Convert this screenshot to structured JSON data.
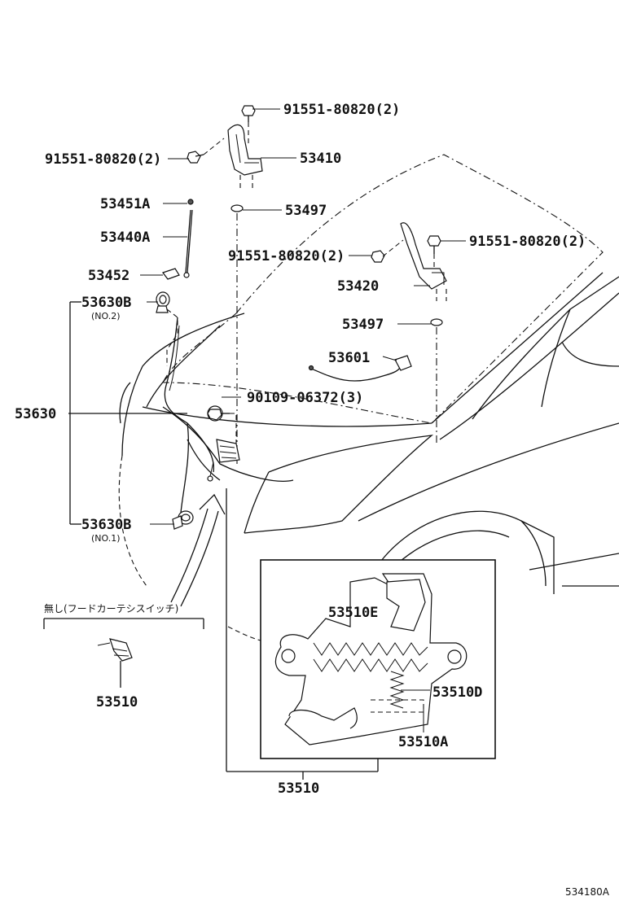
{
  "labels": {
    "bolt_top": "91551-80820(2)",
    "bolt_left": "91551-80820(2)",
    "p53410": "53410",
    "p53451a": "53451A",
    "p53497_top": "53497",
    "p53440a": "53440A",
    "bolt_mid_left": "91551-80820(2)",
    "bolt_mid_right": "91551-80820(2)",
    "p53452": "53452",
    "p53420": "53420",
    "p53630b_no2": "53630B",
    "no2": "(NO.2)",
    "p53497_mid": "53497",
    "p53601": "53601",
    "bolt_90109": "90109-06372(3)",
    "p53630": "53630",
    "p53630b_no1": "53630B",
    "no1": "(NO.1)",
    "no_switch": "無し(フードカーテシスイッチ)",
    "p53510_left": "53510",
    "p53510e": "53510E",
    "p53510d": "53510D",
    "p53510a": "53510A",
    "p53510_bottom": "53510",
    "diagram_code": "534180A"
  }
}
